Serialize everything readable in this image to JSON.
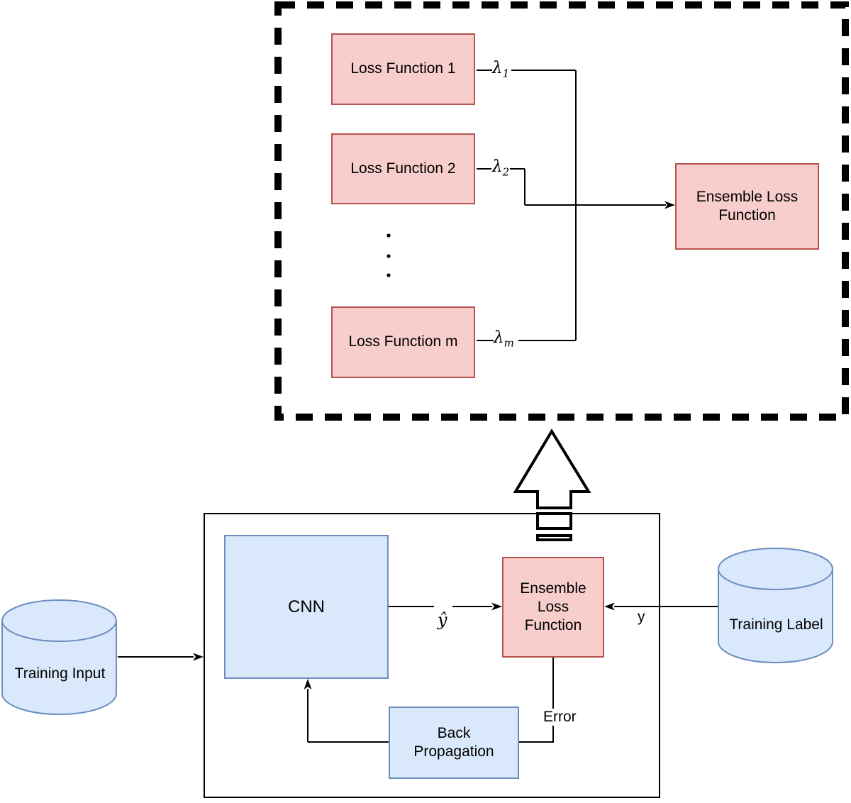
{
  "colors": {
    "pink_fill": "#f8cecc",
    "pink_stroke": "#b5544d",
    "blue_fill": "#dae8fc",
    "blue_stroke": "#6c8ebf",
    "line_color": "#000000",
    "bg": "#ffffff"
  },
  "ensemble_design": {
    "loss_functions": [
      "Loss Function 1",
      "Loss Function 2",
      "Loss Function m"
    ],
    "weight_glyph": "λ",
    "weight_subscripts": [
      "1",
      "2",
      "m"
    ],
    "ensemble_box_label": "Ensemble Loss Function"
  },
  "training_loop": {
    "cnn_label": "CNN",
    "ensemble_box_label": "Ensemble Loss Function",
    "backprop_label": "Back Propagation",
    "training_input_label": "Training Input",
    "training_label_label": "Training Label",
    "prediction_symbol": "ŷ",
    "ground_truth_symbol": "y",
    "error_label": "Error"
  }
}
